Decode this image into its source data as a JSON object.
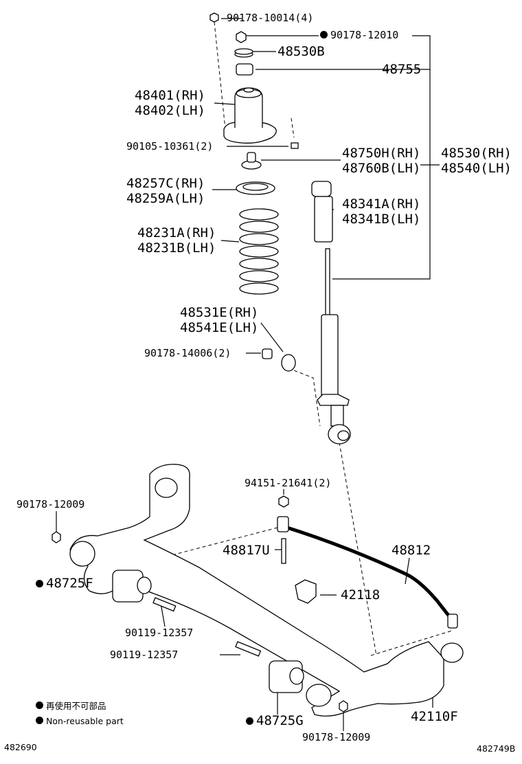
{
  "labels": {
    "nut_top_4": "90178-10014(4)",
    "nut_top": "90178-12010",
    "insulator_upper": "48530B",
    "bump_cushion": "48755",
    "support_rh": "48401(RH)",
    "support_lh": "48402(LH)",
    "bolt_support": "90105-10361(2)",
    "insulator_rh": "48750H(RH)",
    "insulator_lh": "48760B(LH)",
    "absorber_rh": "48530(RH)",
    "absorber_lh": "48540(LH)",
    "spring_ins_rh": "48257C(RH)",
    "spring_ins_lh": "48259A(LH)",
    "boot_rh": "48341A(RH)",
    "boot_lh": "48341B(LH)",
    "spring_rh": "48231A(RH)",
    "spring_lh": "48231B(LH)",
    "bushing_rh": "48531E(RH)",
    "bushing_lh": "48541E(LH)",
    "nut_bushing": "90178-14006(2)",
    "nut_link": "94151-21641(2)",
    "nut_left": "90178-12009",
    "link_bolt": "48817U",
    "stabilizer": "48812",
    "bush_left": "48725F",
    "bracket": "42118",
    "bolt_a": "90119-12357",
    "bolt_b": "90119-12357",
    "bush_right": "48725G",
    "beam": "42110F",
    "nut_bottom": "90178-12009"
  },
  "legend": {
    "ja": "再使用不可部品",
    "en": "Non-reusable part"
  },
  "codes": {
    "left": "482690",
    "right": "482749B"
  }
}
